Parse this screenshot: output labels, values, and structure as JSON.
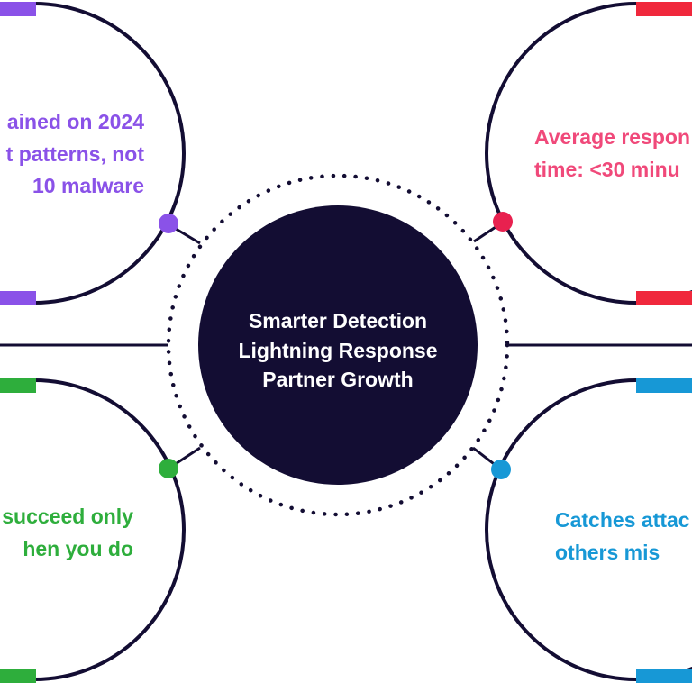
{
  "center": {
    "lines": [
      "Smarter Detection",
      "Lightning Response",
      "Partner Growth"
    ]
  },
  "features": [
    {
      "lines": [
        "ained on 2024",
        "t patterns, not",
        "10 malware"
      ]
    },
    {
      "lines": [
        "Average respon",
        "time: <30 minu"
      ]
    },
    {
      "lines": [
        "succeed only",
        "hen you do"
      ]
    },
    {
      "lines": [
        "Catches attac",
        "others mis"
      ]
    }
  ],
  "colors": {
    "navy": "#130d33",
    "purple": "#8a52e8",
    "red": "#f0283c",
    "pink_text": "#f0497a",
    "green": "#2eae3c",
    "blue": "#1798d6"
  }
}
